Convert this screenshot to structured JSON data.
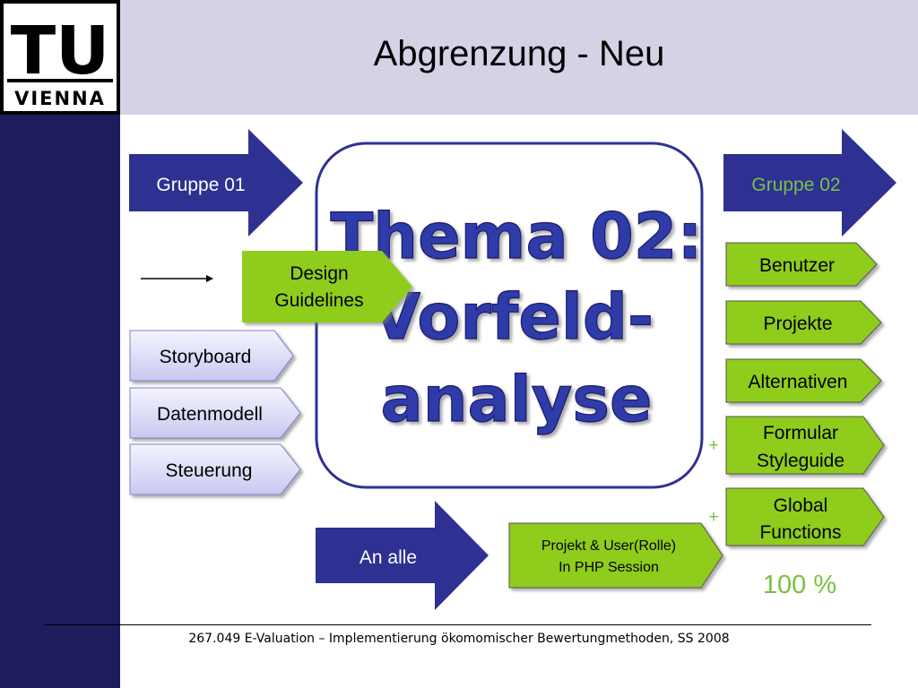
{
  "slide": {
    "title": "Abgrenzung - Neu",
    "logo": {
      "line1": "TU",
      "line2": "VIENNA"
    },
    "footer": "267.049 E-Valuation – Implementierung ökomomischer Bewertungmethoden, SS 2008"
  },
  "arrows": {
    "gruppe01": "Gruppe 01",
    "gruppe02": "Gruppe 02",
    "an_alle": "An alle"
  },
  "center": {
    "line1": "Thema 02:",
    "line2": "Vorfeld-",
    "line3": "analyse"
  },
  "design_guidelines": {
    "line1": "Design",
    "line2": "Guidelines"
  },
  "left_boxes": [
    "Storyboard",
    "Datenmodell",
    "Steuerung"
  ],
  "right_boxes": {
    "benutzer": "Benutzer",
    "projekte": "Projekte",
    "alternativen": "Alternativen",
    "formular": {
      "line1": "Formular",
      "line2": "Styleguide"
    },
    "global": {
      "line1": "Global",
      "line2": "Functions"
    }
  },
  "session_box": {
    "line1": "Projekt & User(Rolle)",
    "line2": "In PHP Session"
  },
  "plus_marks": [
    "+",
    "+"
  ],
  "percent": "100 %",
  "colors": {
    "navy": "#2e3192",
    "green": "#8fcc1f",
    "header_band": "#d7d1e6",
    "sidebar": "#1d1d5c",
    "lavender": "#dcdcf6",
    "accent_green": "#7ac142"
  }
}
